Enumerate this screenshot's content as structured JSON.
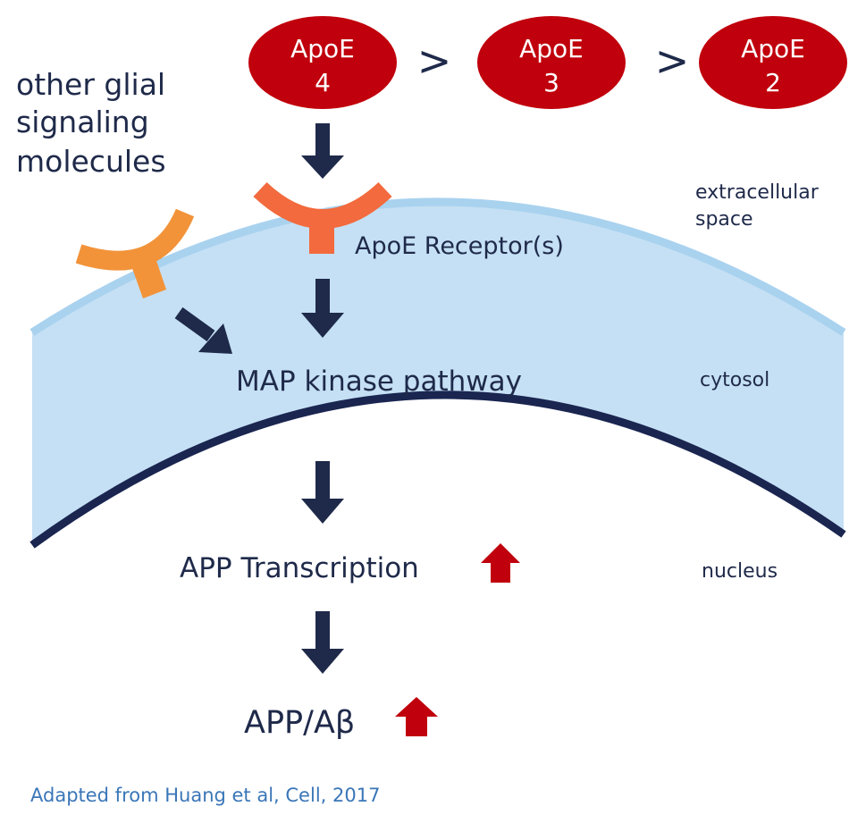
{
  "apoe": [
    {
      "line1": "ApoE",
      "line2": "4"
    },
    {
      "line1": "ApoE",
      "line2": "3"
    },
    {
      "line1": "ApoE",
      "line2": "2"
    }
  ],
  "comparators": [
    ">",
    ">"
  ],
  "glial_label": [
    "other glial",
    "signaling",
    "molecules"
  ],
  "receptor_label": "ApoE Receptor(s)",
  "pathway_label": "MAP kinase pathway",
  "transcription_label": "APP Transcription",
  "product_label": "APP/Aβ",
  "regions": {
    "extracellular": [
      "extracellular",
      "space"
    ],
    "cytosol": "cytosol",
    "nucleus": "nucleus"
  },
  "citation": "Adapted from Huang et al, Cell, 2017",
  "colors": {
    "apoe_fill": "#c0000c",
    "navy": "#1f2a4a",
    "cytosol_fill": "#c5e0f4",
    "membrane_outer": "#a9d2ef",
    "nuclear_membrane": "#1a2550",
    "apoe_receptor": "#f26a3d",
    "glial_receptor": "#f2933a",
    "up_arrow": "#c0000c",
    "citation": "#3a76b8"
  }
}
